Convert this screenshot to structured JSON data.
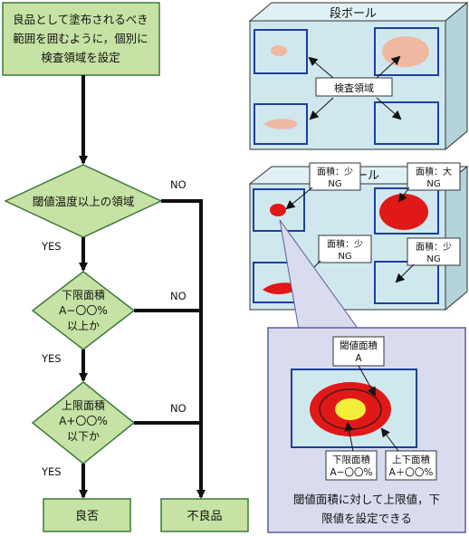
{
  "flowchart": {
    "start_lines": [
      "良品として塗布されるべき",
      "範囲を囲むように，個別に",
      "検査領域を設定"
    ],
    "decision1": "閾値温度以上の領域",
    "decision2": [
      "下限面積",
      "A−〇〇%",
      "以上か"
    ],
    "decision3": [
      "上限面積",
      "A+〇〇%",
      "以下か"
    ],
    "yes": "YES",
    "no": "NO",
    "result_good": "良否",
    "result_bad": "不良品"
  },
  "box_top": {
    "title": "段ボール",
    "center_label": "検査領域"
  },
  "box_mid": {
    "title_visible": "ール",
    "callouts": [
      {
        "lines": [
          "面積：少",
          "NG"
        ]
      },
      {
        "lines": [
          "面積：大",
          "NG"
        ]
      },
      {
        "lines": [
          "面積：少",
          "NG"
        ]
      },
      {
        "lines": [
          "面積：少",
          "NG"
        ]
      }
    ]
  },
  "detail": {
    "threshold_label": [
      "閾値面積",
      "A"
    ],
    "lower_label": [
      "下限面積",
      "A−〇〇%"
    ],
    "upper_label": [
      "上下面積",
      "A＋〇〇%"
    ],
    "caption": [
      "閾値面積に対して上限値，下",
      "限値を設定できる"
    ]
  },
  "colors": {
    "flow_fill": "#c6e2a4",
    "flow_stroke": "#3c7a3c",
    "box_fill": "#cfe8ee",
    "box_top_fill": "#e0f1f4",
    "box_side_fill": "#b4d4dc",
    "region_stroke": "#1e3f9a",
    "blob_light": "#f0b8a0",
    "blob_red": "#e01818",
    "ring_yellow": "#f2ee3a",
    "panel_fill": "#d9dcef",
    "panel_stroke": "#5a5f9a"
  }
}
